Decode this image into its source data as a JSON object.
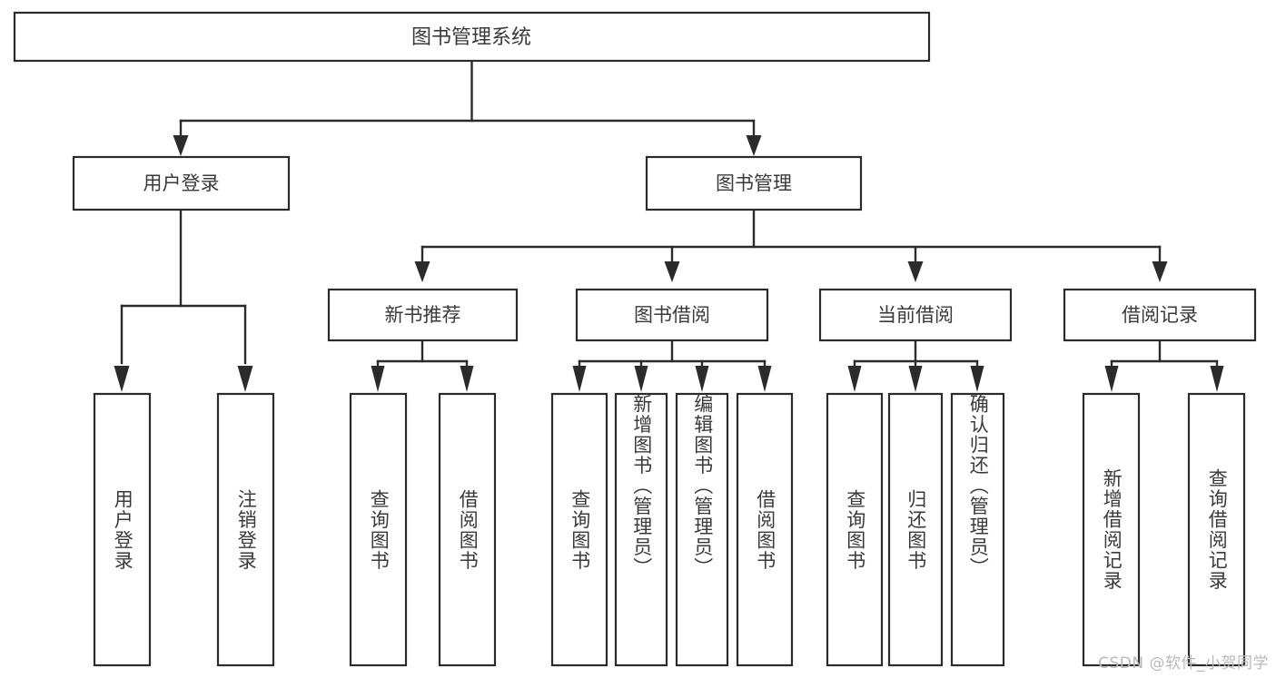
{
  "diagram": {
    "type": "hierarchy-tree",
    "title": "图书管理系统",
    "orientation": "top-down",
    "watermark": "CSDN @软件_小贺同学",
    "colors": {
      "box_stroke": "#2b2b2b",
      "box_fill": "#ffffff",
      "text": "#3a3a3a",
      "connector": "#2b2b2b",
      "watermark": "#b9b9b9",
      "background": "#ffffff"
    },
    "root": {
      "label": "图书管理系统"
    },
    "level2": [
      {
        "label": "用户登录"
      },
      {
        "label": "图书管理"
      }
    ],
    "level3": [
      {
        "label": "新书推荐"
      },
      {
        "label": "图书借阅"
      },
      {
        "label": "当前借阅"
      },
      {
        "label": "借阅记录"
      }
    ],
    "leaves": {
      "user_login": [
        {
          "label": "用户登录"
        },
        {
          "label": "注销登录"
        }
      ],
      "new_book_recommend": [
        {
          "label": "查询图书"
        },
        {
          "label": "借阅图书"
        }
      ],
      "book_borrow": [
        {
          "label": "查询图书"
        },
        {
          "label": "新增图书（管理员）"
        },
        {
          "label": "编辑图书（管理员）"
        },
        {
          "label": "借阅图书"
        }
      ],
      "current_borrow": [
        {
          "label": "查询图书"
        },
        {
          "label": "归还图书"
        },
        {
          "label": "确认归还（管理员）"
        }
      ],
      "borrow_record": [
        {
          "label": "新增借阅记录"
        },
        {
          "label": "查询借阅记录"
        }
      ]
    }
  }
}
